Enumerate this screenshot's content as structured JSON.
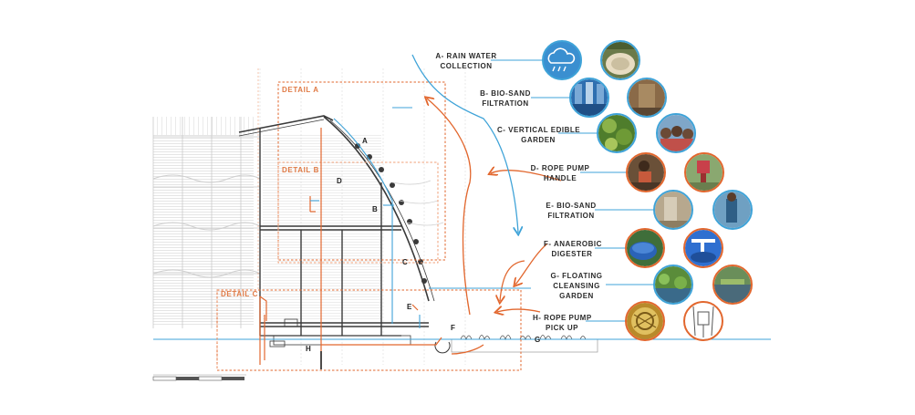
{
  "colors": {
    "orange": "#e2672e",
    "orange_light": "#f0a078",
    "blue": "#3fa3d8",
    "grey": "#8a8a8a",
    "dark": "#2b2b2b",
    "cloud_blue": "#3a8fd0"
  },
  "details": {
    "a": "DETAIL A",
    "b": "DETAIL B",
    "c": "DETAIL C"
  },
  "section_marks": {
    "a": "A",
    "b": "B",
    "c": "C",
    "d": "D",
    "e": "E",
    "f": "F",
    "g": "G",
    "h": "H"
  },
  "labels": [
    {
      "id": "a",
      "line1": "A- RAIN WATER",
      "line2": "COLLECTION",
      "icon": "rain-cloud-icon"
    },
    {
      "id": "b",
      "line1": "B- BIO-SAND",
      "line2": "FILTRATION",
      "icon": "photo"
    },
    {
      "id": "c",
      "line1": "C- VERTICAL EDIBLE",
      "line2": "GARDEN",
      "icon": "photo"
    },
    {
      "id": "d",
      "line1": "D- ROPE PUMP",
      "line2": "HANDLE",
      "icon": "photo"
    },
    {
      "id": "e",
      "line1": "E- BIO-SAND",
      "line2": "FILTRATION",
      "icon": "photo"
    },
    {
      "id": "f",
      "line1": "F- ANAEROBIC",
      "line2": "DIGESTER",
      "icon": "photo"
    },
    {
      "id": "g",
      "line1": "G- FLOATING",
      "line2": "CLEANSING",
      "line3": "GARDEN",
      "icon": "photo"
    },
    {
      "id": "h",
      "line1": "H- ROPE PUMP",
      "line2": "PICK UP",
      "icon": "photo"
    }
  ]
}
